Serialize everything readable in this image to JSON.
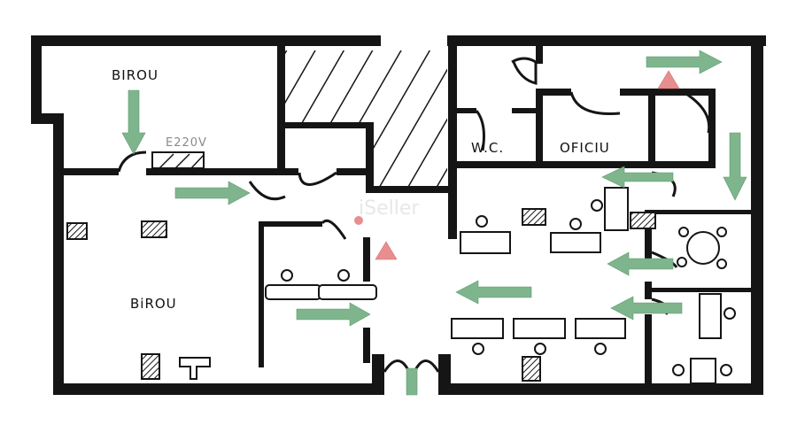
{
  "rooms": {
    "birou_top": "BIROU",
    "electrical": "E220V",
    "wc": "W.C.",
    "oficiu": "OFICIU",
    "birou_bottom": "BiROU"
  },
  "watermark": "iSeller",
  "colors": {
    "wall": "#151515",
    "arrow": "#7fb58d",
    "warning": "#e88e8e",
    "background": "#ffffff"
  },
  "icons": {
    "arrow": "evacuation-arrow-icon",
    "warning": "fire-extinguisher-triangle-icon",
    "hatch": "hatched-column-icon"
  }
}
